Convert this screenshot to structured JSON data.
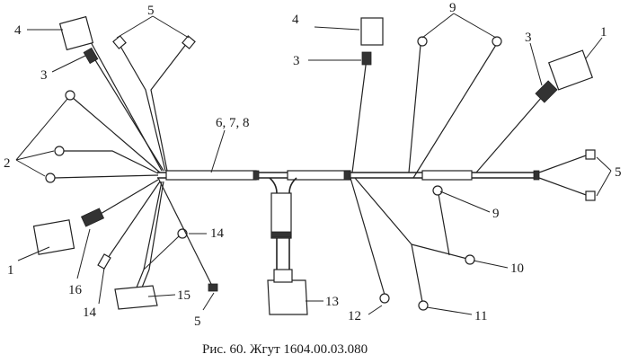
{
  "caption": "Рис. 60. Жгут 1604.00.03.080",
  "labels": {
    "l4a": "4",
    "l5a": "5",
    "l3a": "3",
    "l2": "2",
    "l1a": "1",
    "l16": "16",
    "l14a": "14",
    "l14b": "14",
    "l15": "15",
    "l5b": "5",
    "l678": "6, 7, 8",
    "l4b": "4",
    "l3b": "3",
    "l13": "13",
    "l12": "12",
    "l9a": "9",
    "l3c": "3",
    "l1b": "1",
    "l5c": "5",
    "l9b": "9",
    "l10": "10",
    "l11": "11"
  }
}
